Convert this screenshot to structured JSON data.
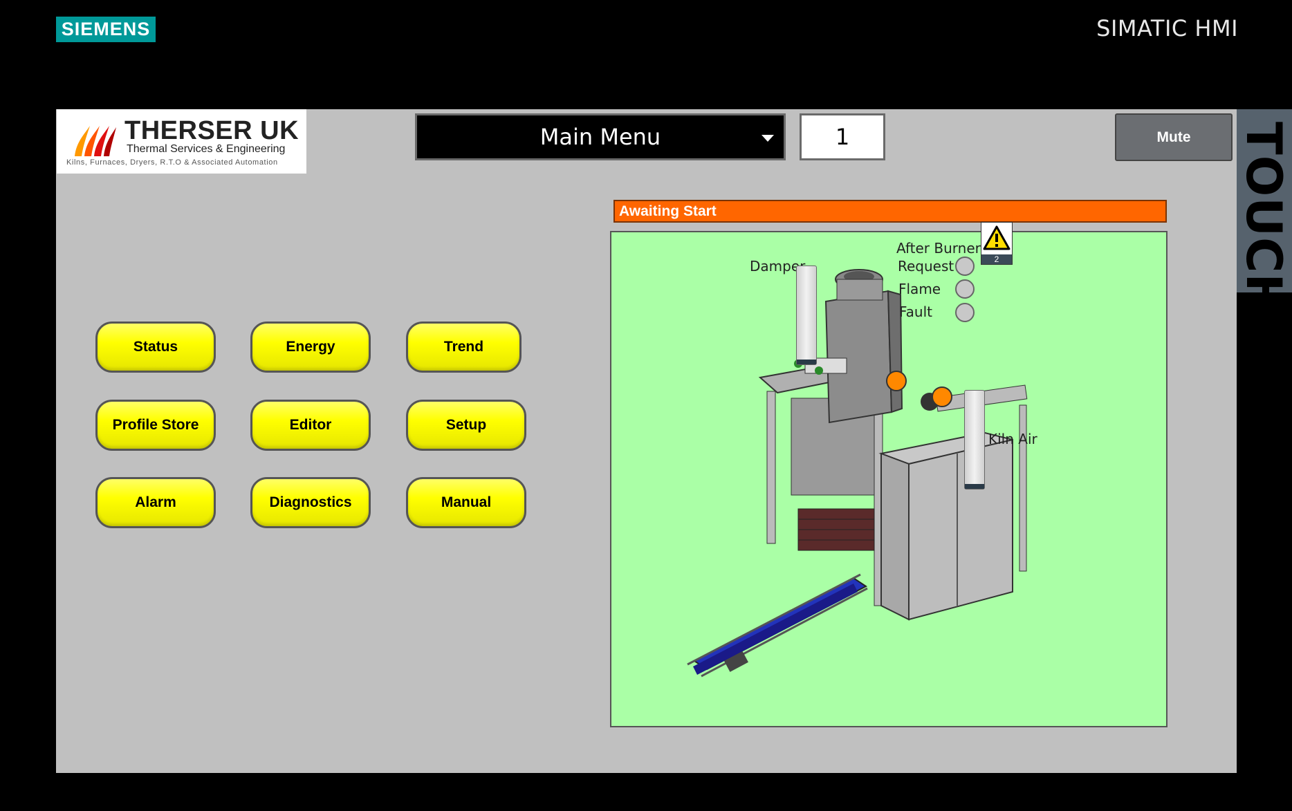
{
  "header": {
    "brand": "SIEMENS",
    "product": "SIMATIC HMI",
    "touch_label": "TOUCH"
  },
  "logo": {
    "title": "THERSER UK",
    "subtitle": "Thermal Services & Engineering",
    "tagline": "Kilns, Furnaces, Dryers, R.T.O & Associated Automation"
  },
  "toolbar": {
    "screen_select": "Main Menu",
    "screen_number": "1",
    "mute_label": "Mute"
  },
  "menu_buttons": [
    {
      "label": "Status"
    },
    {
      "label": "Energy"
    },
    {
      "label": "Trend"
    },
    {
      "label": "Profile Store"
    },
    {
      "label": "Editor"
    },
    {
      "label": "Setup"
    },
    {
      "label": "Alarm"
    },
    {
      "label": "Diagnostics"
    },
    {
      "label": "Manual"
    }
  ],
  "status": {
    "text": "Awaiting Start",
    "color": "#ff6600"
  },
  "process": {
    "background": "#aaffa6",
    "warning_icon": "warning-triangle-icon",
    "warning_count": "2",
    "damper_label": "Damper",
    "damper_level": 0,
    "after_burner_label": "After Burner",
    "indicators": [
      {
        "label": "Request"
      },
      {
        "label": "Flame"
      },
      {
        "label": "Fault"
      }
    ],
    "kiln_air_label": "Kiln Air",
    "kiln_air_level": 0
  }
}
